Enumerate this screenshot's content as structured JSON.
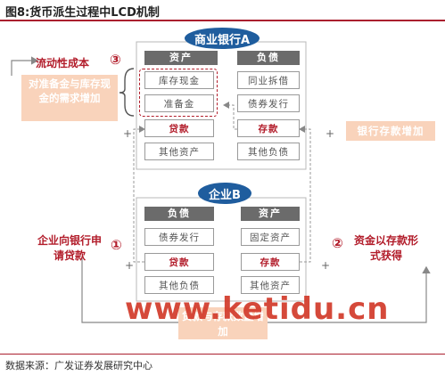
{
  "figure_title": "图8:货币派生过程中LCD机制",
  "source": "数据来源：广发证券发展研究中心",
  "bank": {
    "title": "商业银行A",
    "assets_header": "资产",
    "liabilities_header": "负债",
    "assets": [
      "库存现金",
      "准备金",
      "贷款",
      "其他资产"
    ],
    "liabilities": [
      "同业拆借",
      "债券发行",
      "存款",
      "其他负债"
    ]
  },
  "firm": {
    "title": "企业B",
    "liabilities_header": "负债",
    "assets_header": "资产",
    "liabilities": [
      "债券发行",
      "贷款",
      "其他负债"
    ],
    "assets": [
      "固定资产",
      "存款",
      "其他资产"
    ]
  },
  "labels": {
    "liquidity_cost": "流动性成本",
    "marker_3": "③",
    "reserve_demand": "对准备金与库存现金的需求增加",
    "bank_deposit_increase": "银行存款增加",
    "loan_request": "企业向银行申请贷款",
    "marker_1": "①",
    "funds_as_deposit": "资金以存款形式获得",
    "marker_2": "②",
    "credit_increase": "贷款与存款数量增加",
    "watermark": "www.ketidu.cn"
  },
  "colors": {
    "brand_blue": "#1f5d9e",
    "accent_red": "#b21c2a",
    "peach": "#f9d3bb",
    "header_gray": "#6b6b6b"
  }
}
